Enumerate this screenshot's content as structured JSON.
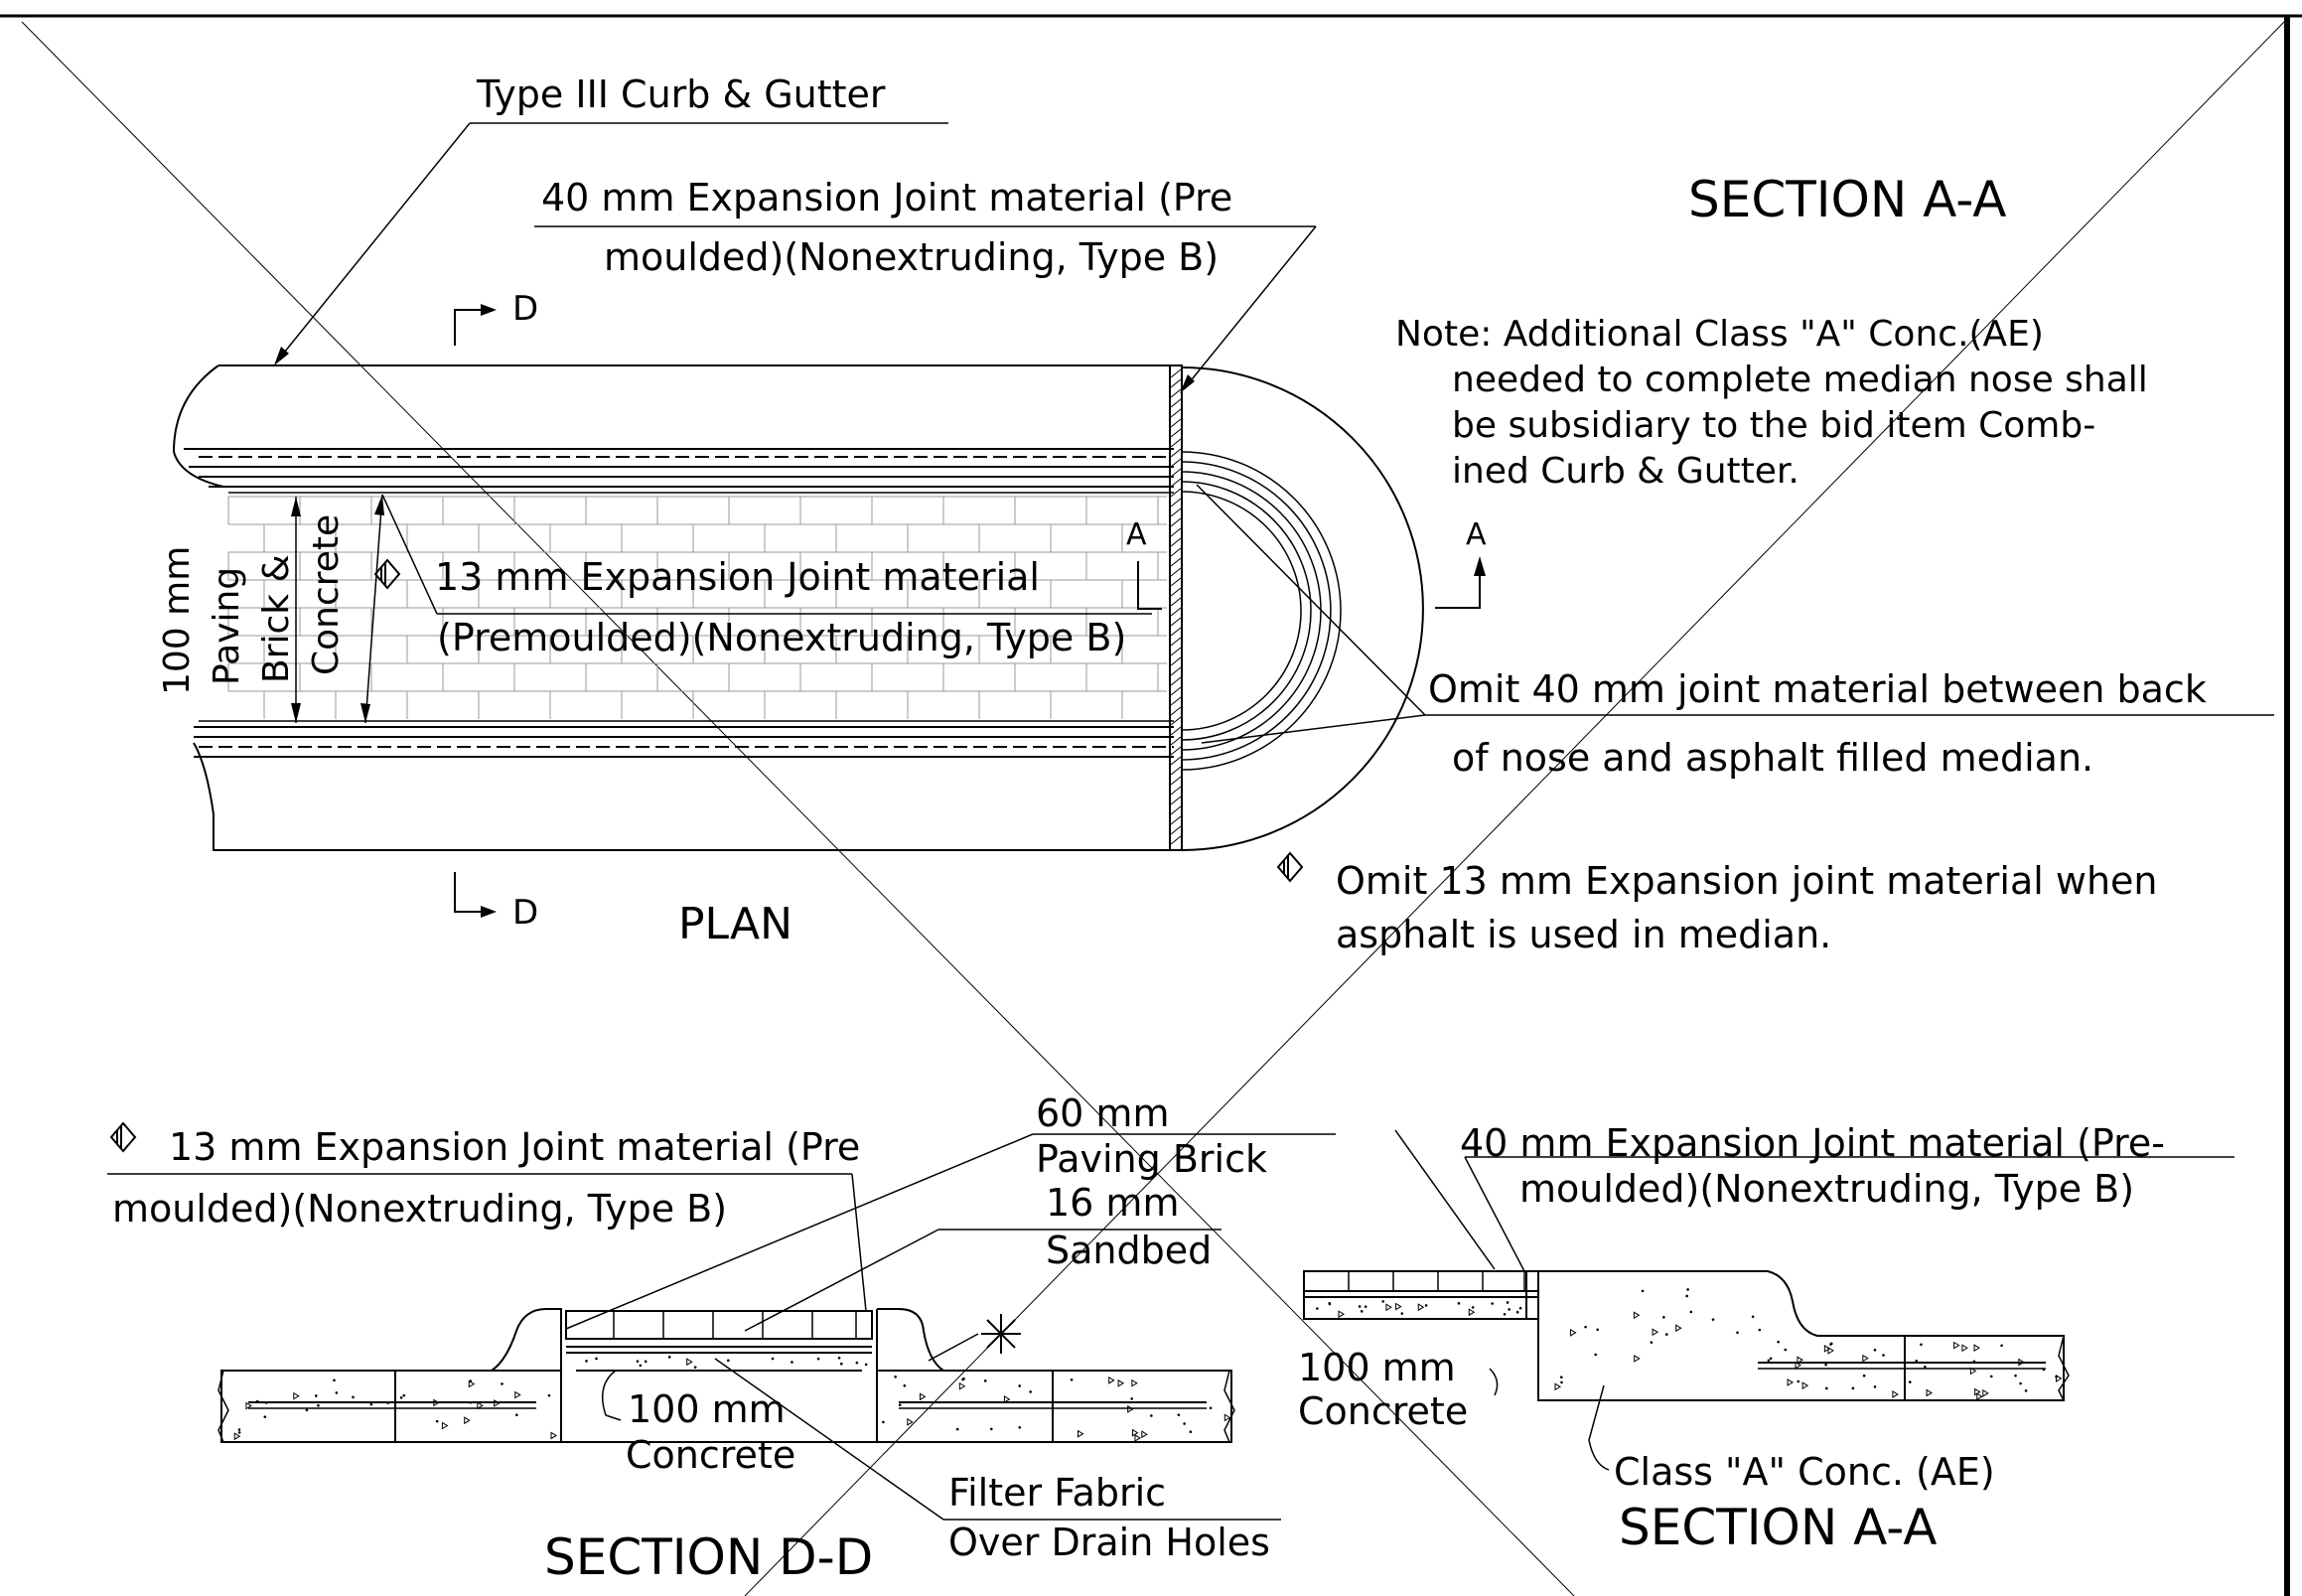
{
  "plan": {
    "title": "PLAN",
    "curb_label": "Type III Curb & Gutter",
    "joint40_line1": "40 mm Expansion Joint material (Pre",
    "joint40_line2": "moulded)(Nonextruding, Type B)",
    "joint13_line1": "13 mm Expansion Joint material",
    "joint13_line2": "(Premoulded)(Nonextruding, Type B)",
    "vert_label_1": "100 mm",
    "vert_label_2": "Paving",
    "vert_label_3": "Brick &",
    "vert_label_4": "Concrete",
    "cut_d": "D",
    "cut_a": "A"
  },
  "notes": {
    "section_heading": "SECTION A-A",
    "note_line1": "Note: Additional Class \"A\" Conc.(AE)",
    "note_line2": "needed to complete median nose shall",
    "note_line3": "be subsidiary to the bid item Comb-",
    "note_line4": "ined Curb & Gutter.",
    "omit40_line1": "Omit 40 mm joint material between back",
    "omit40_line2": "of nose and asphalt filled median.",
    "omit13_line1": "Omit 13 mm Expansion joint material when",
    "omit13_line2": "asphalt is used in median."
  },
  "section_dd": {
    "title": "SECTION D-D",
    "joint13_line1": "13 mm Expansion Joint material (Pre",
    "joint13_line2": "moulded)(Nonextruding, Type B)",
    "brick_line1": "60 mm",
    "brick_line2": "Paving Brick",
    "sand_line1": "16 mm",
    "sand_line2": "Sandbed",
    "concrete_line1": "100 mm",
    "concrete_line2": "Concrete",
    "fabric_line1": "Filter Fabric",
    "fabric_line2": "Over Drain Holes"
  },
  "section_aa": {
    "title": "SECTION A-A",
    "joint40_line1": "40 mm Expansion Joint material (Pre-",
    "joint40_line2": "moulded)(Nonextruding, Type B)",
    "concrete_line1": "100 mm",
    "concrete_line2": "Concrete",
    "class_label": "Class \"A\" Conc. (AE)"
  },
  "symbols": {
    "note_marker": "diamond-marker-icon",
    "drain_marker": "asterisk-icon"
  }
}
